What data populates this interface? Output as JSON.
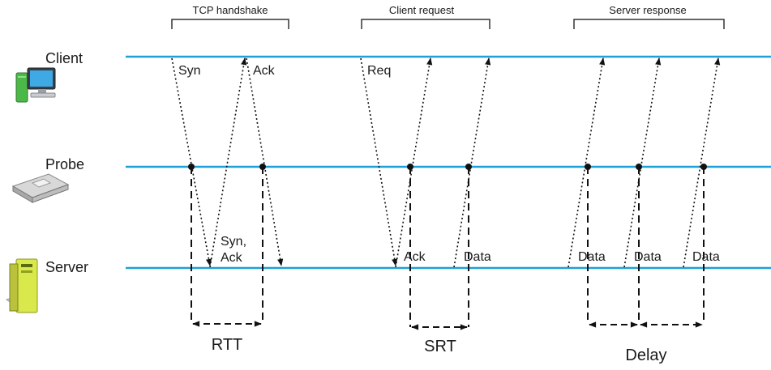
{
  "phases": {
    "tcp": "TCP handshake",
    "request": "Client request",
    "response": "Server response"
  },
  "lanes": {
    "client": "Client",
    "probe": "Probe",
    "server": "Server"
  },
  "messages": {
    "syn": "Syn",
    "ack_client": "Ack",
    "synack_line1": "Syn,",
    "synack_line2": "Ack",
    "req": "Req",
    "ack_server": "Ack",
    "data1": "Data",
    "data2": "Data",
    "data3": "Data",
    "data4": "Data"
  },
  "metrics": {
    "rtt": "RTT",
    "srt": "SRT",
    "delay": "Delay"
  },
  "colors": {
    "lane_line": "#1fa0d8",
    "arrow": "#111111"
  },
  "icons": {
    "client": "desktop-computer-icon",
    "probe": "network-probe-icon",
    "server": "server-tower-icon"
  }
}
